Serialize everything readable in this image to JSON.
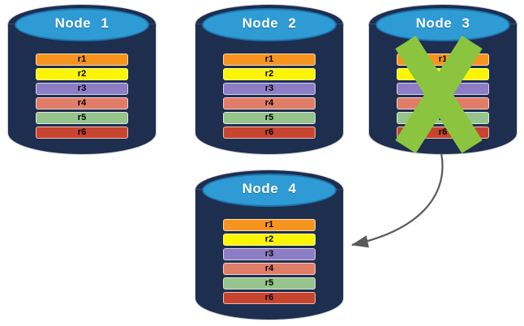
{
  "diagram": {
    "background": "#FFFFFF",
    "nodes": [
      {
        "label": "Node 1",
        "failed": false
      },
      {
        "label": "Node 2",
        "failed": false
      },
      {
        "label": "Node 3",
        "failed": true
      },
      {
        "label": "Node 4",
        "failed": false
      }
    ],
    "records": [
      {
        "label": "r1",
        "color": "#F7941E"
      },
      {
        "label": "r2",
        "color": "#FBF500"
      },
      {
        "label": "r3",
        "color": "#8C7DC4"
      },
      {
        "label": "r4",
        "color": "#E07D68"
      },
      {
        "label": "r5",
        "color": "#96C48C"
      },
      {
        "label": "r6",
        "color": "#C7452F"
      }
    ],
    "colors": {
      "cylinder_body": "#1E2E4F",
      "cylinder_top": "#2E9BD5",
      "cylinder_top_border": "#1E74AE",
      "node_label_text": "#FFFFFF",
      "record_label_text": "#000000",
      "failure_x": "#8BC53F",
      "arrow": "#595959"
    },
    "annotations": {
      "failed_node": "Node 3",
      "arrow_from": "Node 3",
      "arrow_to": "Node 4"
    }
  }
}
